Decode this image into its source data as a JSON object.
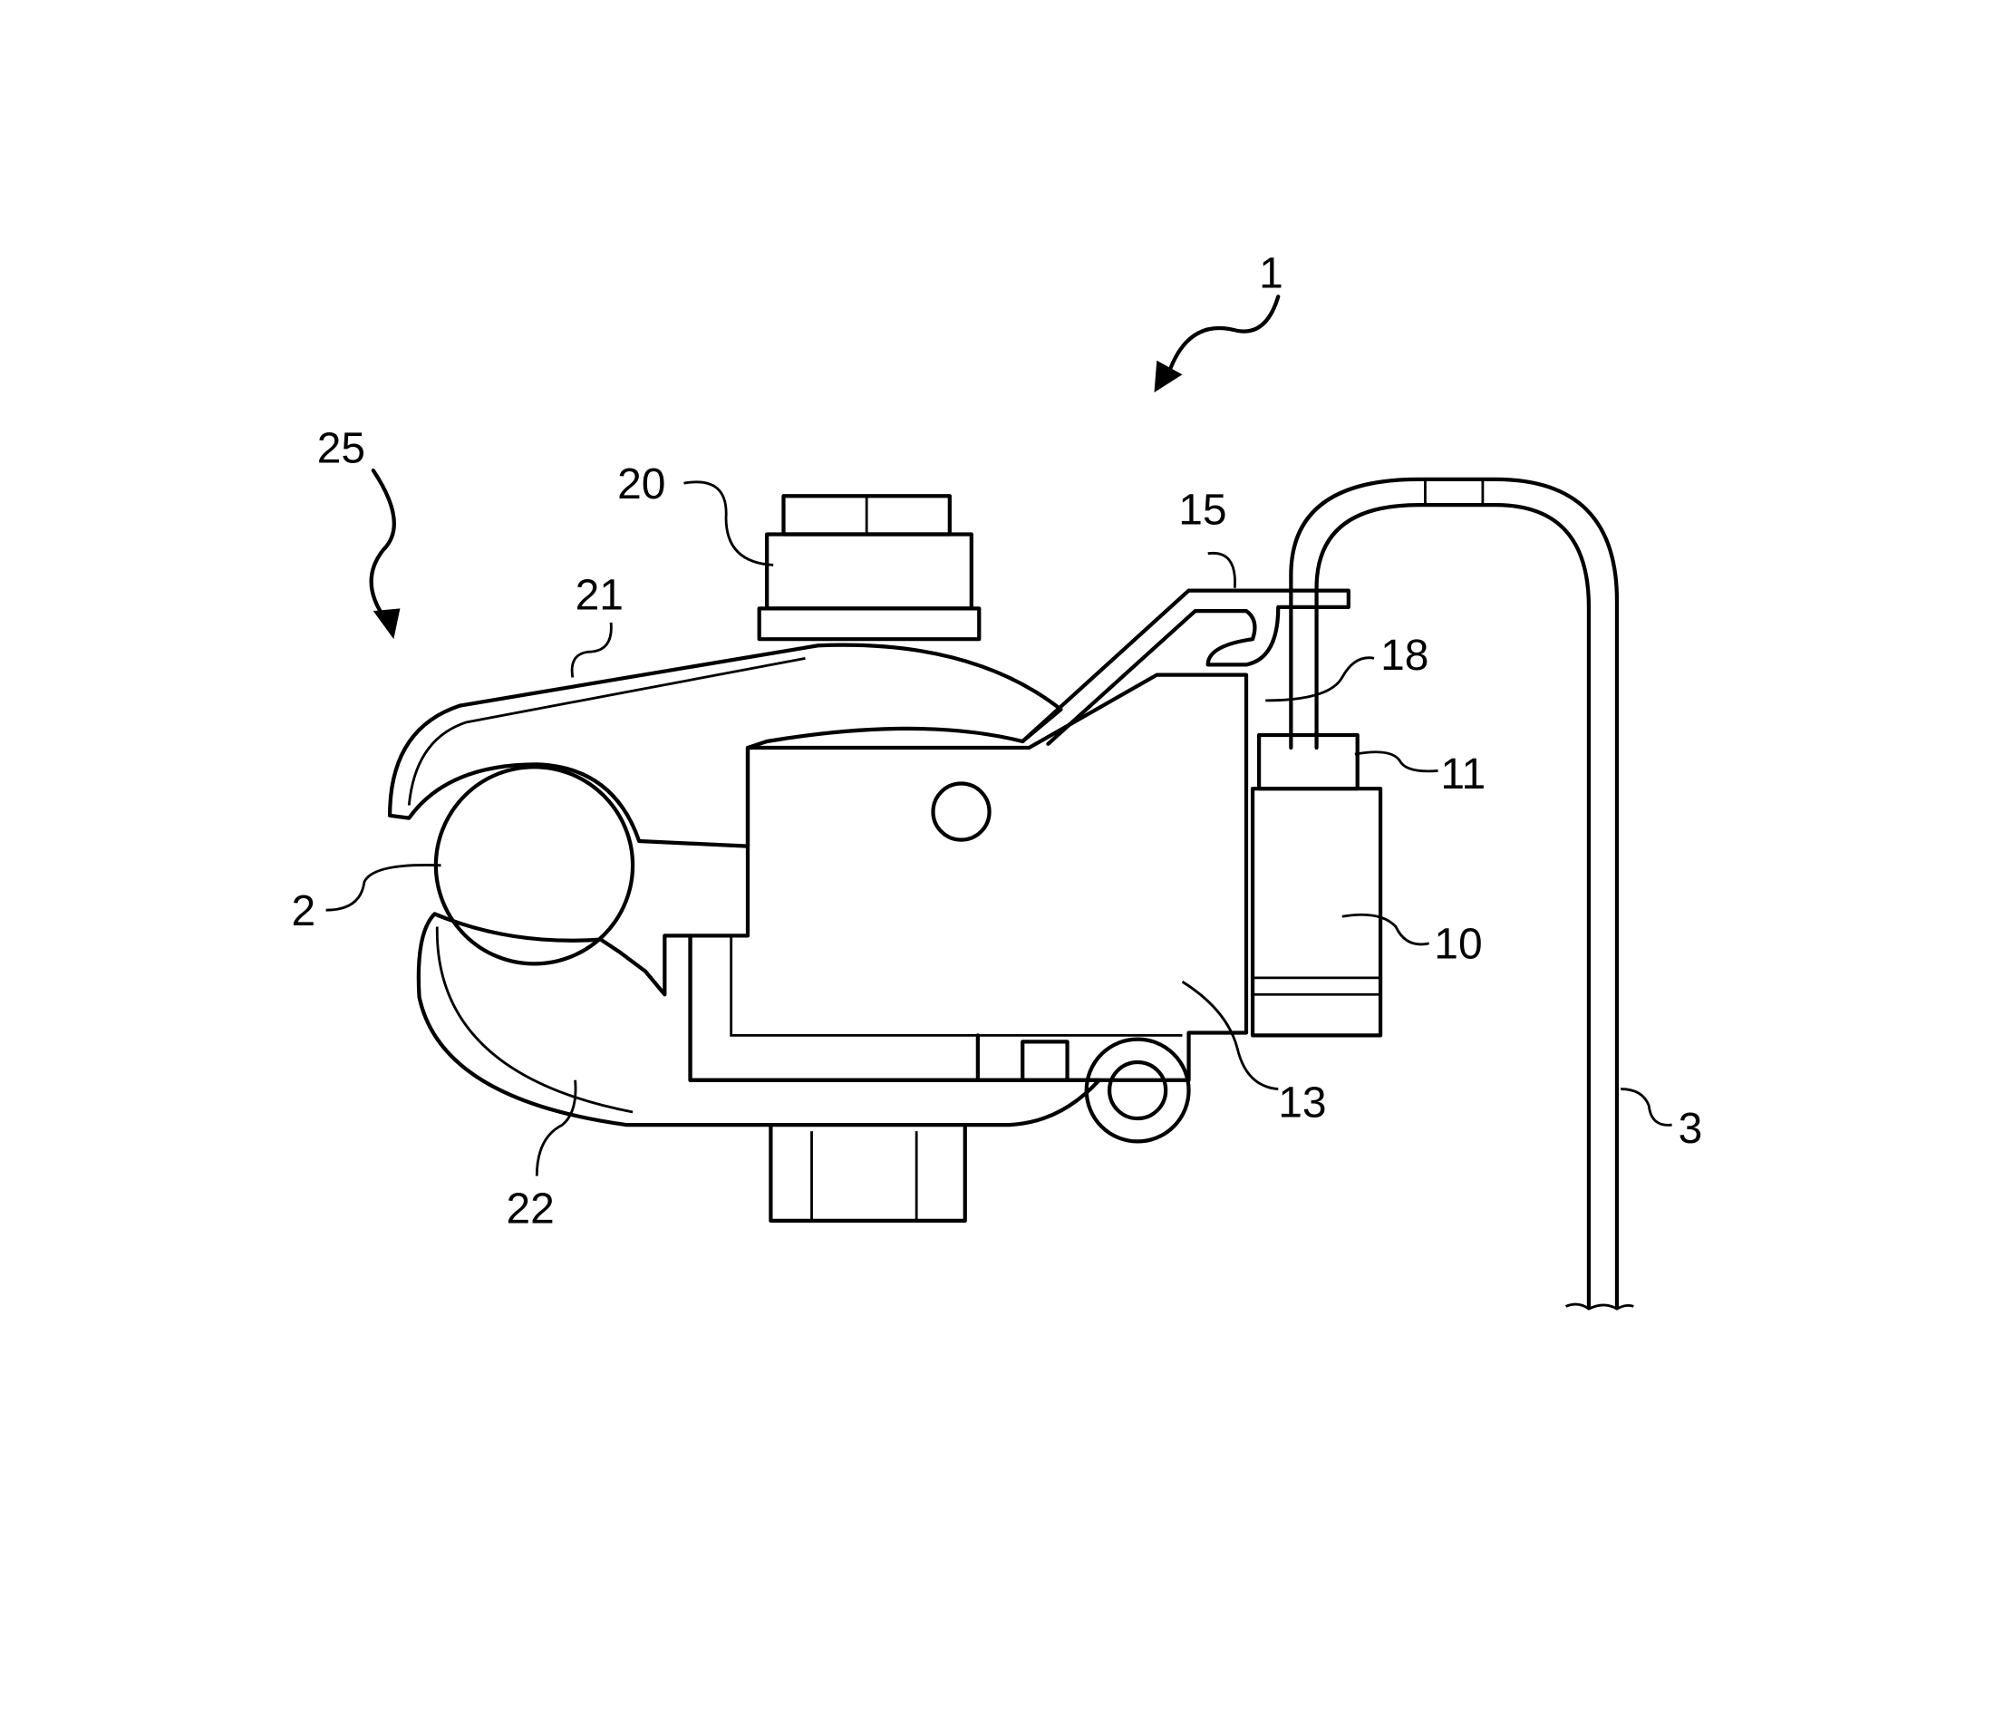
{
  "figure": {
    "labels": {
      "assembly": "1",
      "conductor": "2",
      "cable": "3",
      "housing": "10",
      "housing_top": "11",
      "bracket": "13",
      "hook": "15",
      "hook_tab": "18",
      "bolt": "20",
      "upper_jaw": "21",
      "lower_jaw": "22",
      "clamp": "25"
    }
  }
}
